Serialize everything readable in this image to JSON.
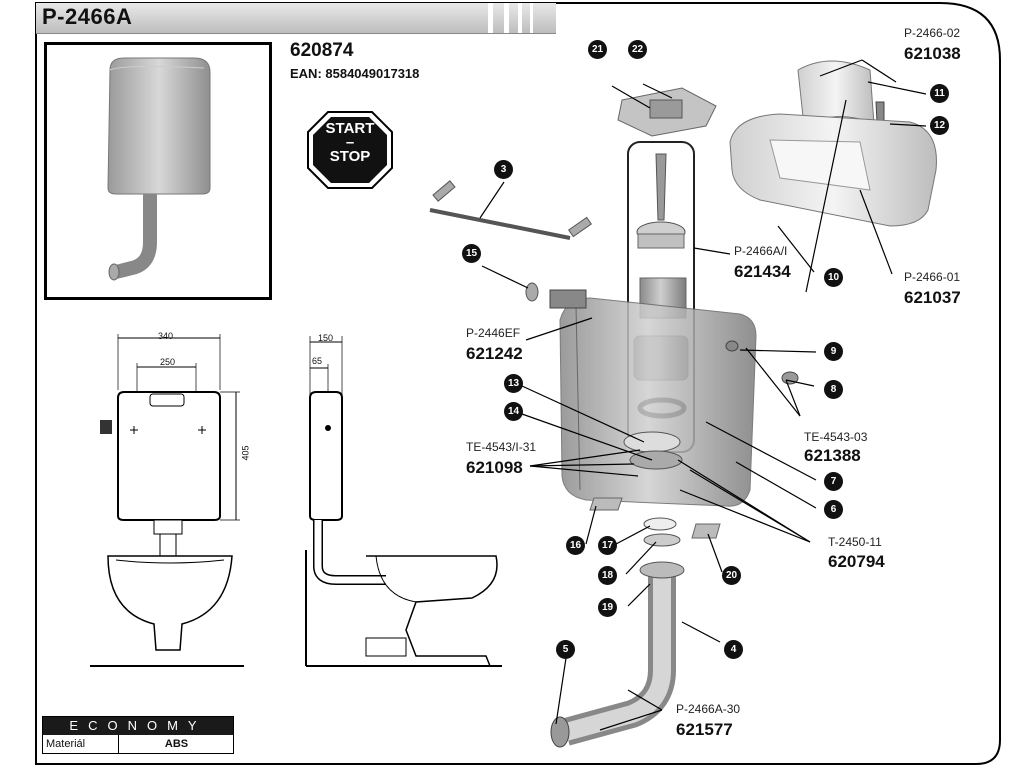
{
  "header": {
    "title": "P-2466A"
  },
  "product": {
    "code": "620874",
    "ean": "EAN: 8584049017318"
  },
  "start_stop": {
    "line1": "START",
    "line2": "–",
    "line3": "STOP"
  },
  "dimensions": {
    "width": "340",
    "inner": "250",
    "height": "405",
    "depth": "150",
    "offset": "65"
  },
  "callouts": [
    {
      "sub": "P-2466-02",
      "main": "621038"
    },
    {
      "sub": "P-2466A/I",
      "main": "621434"
    },
    {
      "sub": "P-2466-01",
      "main": "621037"
    },
    {
      "sub": "P-2446EF",
      "main": "621242"
    },
    {
      "sub": "TE-4543-03",
      "main": "621388"
    },
    {
      "sub": "TE-4543/I-31",
      "main": "621098"
    },
    {
      "sub": "T-2450-11",
      "main": "620794"
    },
    {
      "sub": "P-2466A-30",
      "main": "621577"
    }
  ],
  "parts": [
    "21",
    "22",
    "11",
    "12",
    "3",
    "15",
    "10",
    "9",
    "8",
    "13",
    "14",
    "7",
    "6",
    "16",
    "17",
    "18",
    "19",
    "20",
    "5",
    "4"
  ],
  "table": {
    "series": "ECONOMY",
    "label": "Materiál",
    "value": "ABS"
  }
}
